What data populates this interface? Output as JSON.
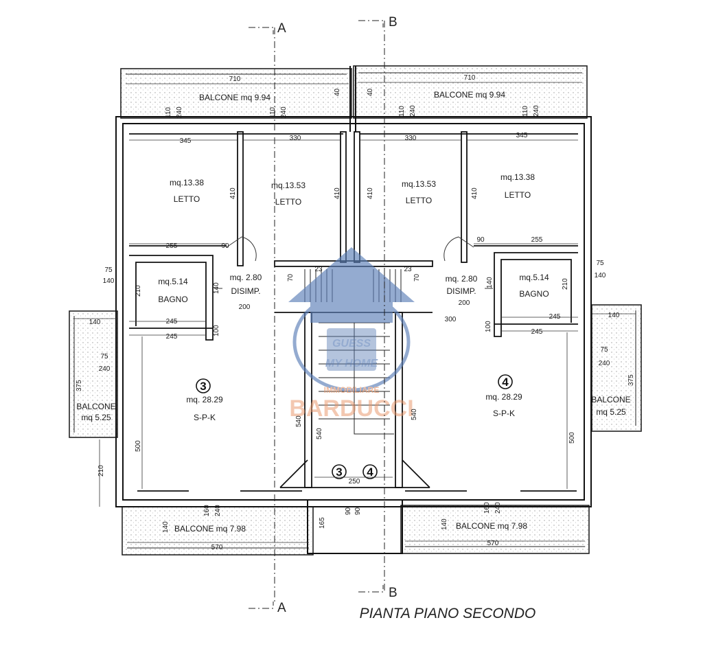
{
  "title": "PIANTA PIANO SECONDO",
  "sections": {
    "a": "A",
    "b": "B"
  },
  "watermark": {
    "line1": "GUESS",
    "line2": "MY HOME",
    "line3": "IMMOBILIARE",
    "line4": "BARDUCCI"
  },
  "units": {
    "left": "3",
    "right": "4"
  },
  "rooms": {
    "letto_l1": {
      "area": "mq.13.38",
      "name": "LETTO"
    },
    "letto_l2": {
      "area": "mq.13.53",
      "name": "LETTO"
    },
    "letto_r2": {
      "area": "mq.13.53",
      "name": "LETTO"
    },
    "letto_r1": {
      "area": "mq.13.38",
      "name": "LETTO"
    },
    "bagno_l": {
      "area": "mq.5.14",
      "name": "BAGNO"
    },
    "bagno_r": {
      "area": "mq.5.14",
      "name": "BAGNO"
    },
    "disimp_l": {
      "area": "mq. 2.80",
      "name": "DISIMP."
    },
    "disimp_r": {
      "area": "mq. 2.80",
      "name": "DISIMP."
    },
    "spk_l": {
      "area": "mq. 28.29",
      "name": "S-P-K"
    },
    "spk_r": {
      "area": "mq. 28.29",
      "name": "S-P-K"
    }
  },
  "balconies": {
    "top_l": "BALCONE mq 9.94",
    "top_r": "BALCONE mq 9.94",
    "side_l_name": "BALCONE",
    "side_l_area": "mq 5.25",
    "side_r_name": "BALCONE",
    "side_r_area": "mq 5.25",
    "bot_l": "BALCONE mq 7.98",
    "bot_r": "BALCONE mq 7.98"
  },
  "dims": {
    "d710": "710",
    "d110": "110",
    "d240": "240",
    "d40": "40",
    "d345": "345",
    "d330": "330",
    "d410": "410",
    "d255": "255",
    "d90": "90",
    "d75": "75",
    "d140": "140",
    "d210": "210",
    "d200": "200",
    "d245": "245",
    "d100": "100",
    "d375": "375",
    "d500": "500",
    "d540": "540",
    "d300": "300",
    "d250": "250",
    "d160": "160",
    "d165": "165",
    "d570": "570",
    "d70": "70",
    "d23": "23"
  }
}
